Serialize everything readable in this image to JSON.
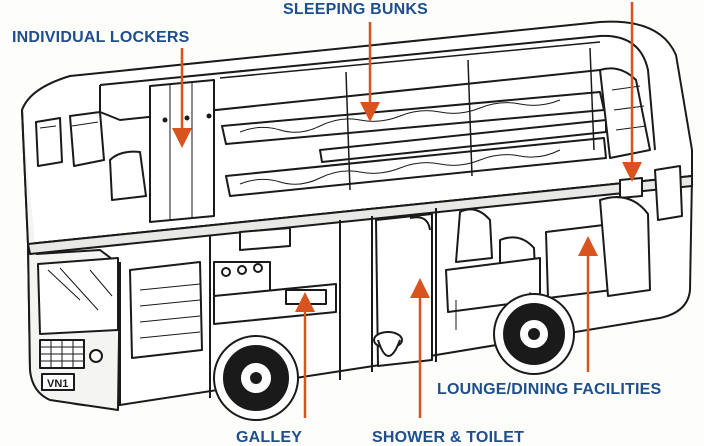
{
  "labels": {
    "lockers": "INDIVIDUAL LOCKERS",
    "bunks": "SLEEPING BUNKS",
    "lounge": "LOUNGE/DINING FACILITIES",
    "galley": "GALLEY",
    "shower": "SHOWER & TOILET"
  },
  "bus_plate": "VN1",
  "colors": {
    "label_text": "#1f4e8c",
    "arrow": "#d9531e",
    "outline": "#1a1a1a",
    "background": "#fdfdfb"
  }
}
